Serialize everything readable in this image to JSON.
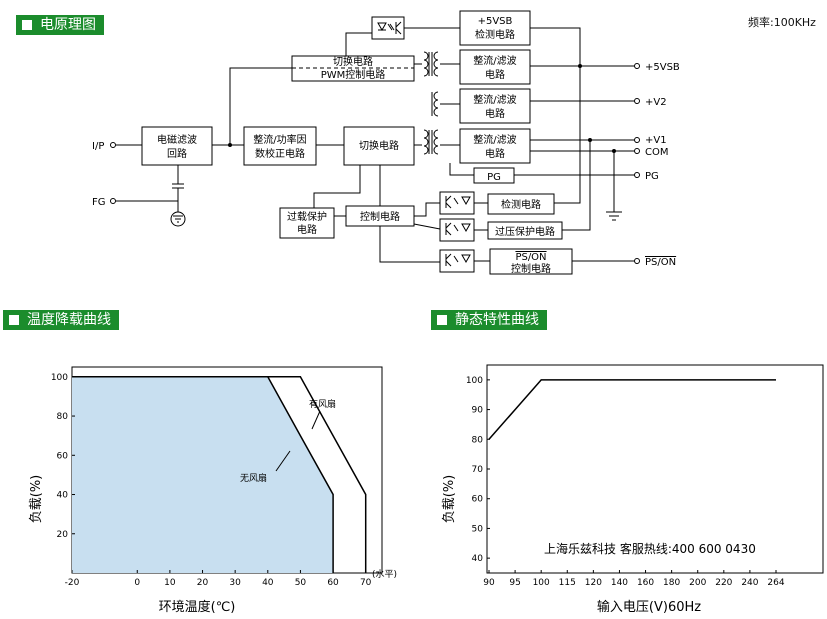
{
  "sections": {
    "schematic": "电原理图",
    "derating": "温度降载曲线",
    "static": "静态特性曲线"
  },
  "frequency": "频率:100KHz",
  "schematic": {
    "inputs": {
      "ip": "I/P",
      "fg": "FG"
    },
    "blocks": {
      "emi_1": "电磁滤波",
      "emi_2": "回路",
      "pfc_1": "整流/功率因",
      "pfc_2": "数校正电路",
      "switch": "切换电路",
      "switch_pwm_1": "切换电路",
      "switch_pwm_2": "PWM控制电路",
      "vsb_1": "+5VSB",
      "vsb_2": "检测电路",
      "rect1_1": "整流/滤波",
      "rect1_2": "电路",
      "rect2_1": "整流/滤波",
      "rect2_2": "电路",
      "rect3_1": "整流/滤波",
      "rect3_2": "电路",
      "pg": "PG",
      "detect": "检测电路",
      "control": "控制电路",
      "overload_1": "过载保护",
      "overload_2": "电路",
      "ovp": "过压保护电路",
      "pson_1": "PS/ON",
      "pson_2": "控制电路"
    },
    "outputs": {
      "vsb": "+5VSB",
      "v2": "+V2",
      "v1": "+V1",
      "com": "COM",
      "pg": "PG",
      "pson": "PS/ON"
    }
  },
  "derating_chart": {
    "ylabel": "负载(%)",
    "xlabel": "环境温度(℃)",
    "x_unit": "(水平)",
    "x_ticks": [
      "-20",
      "0",
      "10",
      "20",
      "30",
      "40",
      "50",
      "60",
      "70"
    ],
    "y_ticks": [
      "20",
      "40",
      "60",
      "80",
      "100"
    ],
    "labels": {
      "with_fan": "有风扇",
      "without_fan": "无风扇"
    }
  },
  "static_chart": {
    "ylabel": "负载(%)",
    "xlabel": "输入电压(V)60Hz",
    "x_ticks": [
      "90",
      "95",
      "100",
      "115",
      "120",
      "140",
      "160",
      "180",
      "200",
      "220",
      "240",
      "264"
    ],
    "y_ticks": [
      "40",
      "50",
      "60",
      "70",
      "80",
      "90",
      "100"
    ],
    "watermark": "上海乐兹科技 客服热线:400 600 0430"
  },
  "chart_data": [
    {
      "type": "area",
      "xlabel": "环境温度(℃)",
      "ylabel": "负载(%)",
      "xlim": [
        -20,
        75
      ],
      "ylim": [
        0,
        105
      ],
      "x_ticks": [
        -20,
        0,
        10,
        20,
        30,
        40,
        50,
        60,
        70
      ],
      "y_ticks": [
        20,
        40,
        60,
        80,
        100
      ],
      "grid": false,
      "series": [
        {
          "name": "无风扇",
          "x": [
            -20,
            40,
            50,
            60,
            60
          ],
          "y": [
            100,
            100,
            70,
            40,
            0
          ]
        },
        {
          "name": "有风扇",
          "x": [
            -20,
            50,
            60,
            70,
            70
          ],
          "y": [
            100,
            100,
            70,
            40,
            0
          ]
        }
      ]
    },
    {
      "type": "line",
      "xlabel": "输入电压(V)60Hz",
      "ylabel": "负载(%)",
      "categories": [
        "90",
        "95",
        "100",
        "115",
        "120",
        "140",
        "160",
        "180",
        "200",
        "220",
        "240",
        "264"
      ],
      "ylim": [
        35,
        105
      ],
      "y_ticks": [
        40,
        50,
        60,
        70,
        80,
        90,
        100
      ],
      "grid": false,
      "series": [
        {
          "values": [
            80,
            90,
            100,
            100,
            100,
            100,
            100,
            100,
            100,
            100,
            100,
            100
          ]
        }
      ]
    }
  ]
}
